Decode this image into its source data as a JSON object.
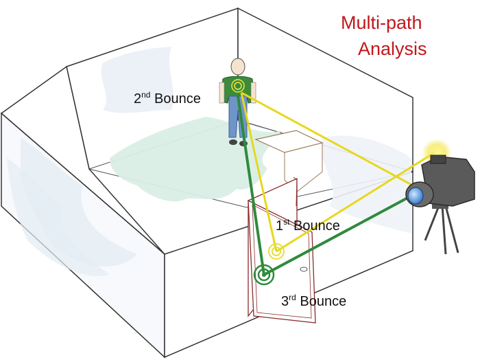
{
  "title": {
    "line1": "Multi-path",
    "line2": "Analysis",
    "color": "#c0171c"
  },
  "labels": {
    "second_bounce": {
      "ordinal": "2",
      "suffix": "nd",
      "word": " Bounce"
    },
    "first_bounce": {
      "ordinal": "1",
      "suffix": "st",
      "word": " Bounce"
    },
    "third_bounce": {
      "ordinal": "3",
      "suffix": "rd",
      "word": " Bounce"
    }
  },
  "colors": {
    "yellow_beam": "#e7d81c",
    "green_beam": "#2f8a3c",
    "door_outline": "#8c2a2a",
    "floor_tint": "#d9eee6",
    "wall_shade": "#e9f0f6",
    "person_shirt": "#3c8a3a",
    "person_pants": "#6f95c8"
  },
  "icons": {
    "camera": "camera-icon",
    "person": "person-icon",
    "door": "door-icon",
    "bounce_ring": "bounce-ring-icon"
  }
}
